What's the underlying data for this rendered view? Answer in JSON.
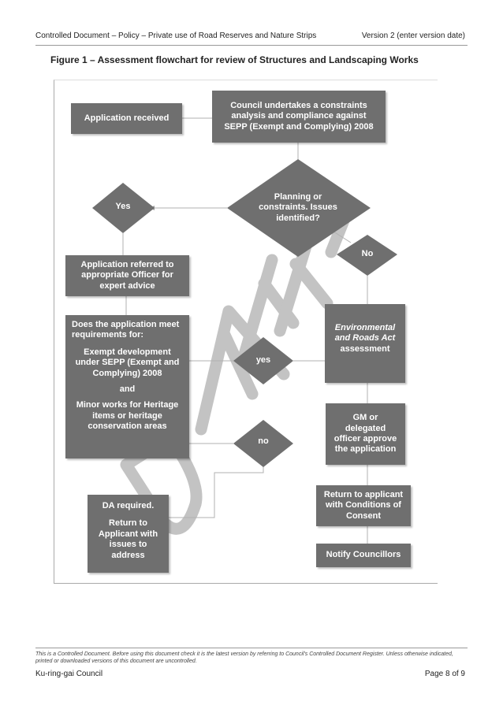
{
  "header": {
    "left": "Controlled Document – Policy –  Private use of Road Reserves and Nature Strips",
    "right": "Version 2 (enter version date)"
  },
  "figure_title": "Figure 1 – Assessment flowchart for review of Structures and Landscaping Works",
  "watermark": "DRAFT",
  "flow": {
    "application_received": "Application received",
    "council_constraints": "Council undertakes a constraints analysis and compliance against SEPP (Exempt and Complying) 2008",
    "decision_constraints": "Planning or constraints. Issues identified?",
    "yes_1": "Yes",
    "no_1": "No",
    "referred": "Application referred to appropriate Officer for expert advice",
    "requirements_q": "Does the application meet requirements for:",
    "requirements_exempt": "Exempt development under SEPP (Exempt and Complying) 2008",
    "requirements_and": "and",
    "requirements_minor": "Minor works for Heritage items or heritage conservation areas",
    "yes_2": "yes",
    "no_2": "no",
    "env_assessment_italic": "Environmental and Roads Act",
    "env_assessment_rest": "assessment",
    "gm_approve": "GM or delegated officer approve the application",
    "return_conditions": "Return to applicant with Conditions of Consent",
    "notify": "Notify Councillors",
    "da_required": "DA required.",
    "return_issues": "Return to Applicant with issues to address"
  },
  "footer": {
    "disclaimer": "This is a Controlled Document.  Before using this document check it is the latest version by referring to Council's Controlled Document Register.  Unless otherwise indicated, printed or downloaded versions of this document are uncontrolled.",
    "left": "Ku-ring-gai Council",
    "right": "Page 8 of 9"
  }
}
